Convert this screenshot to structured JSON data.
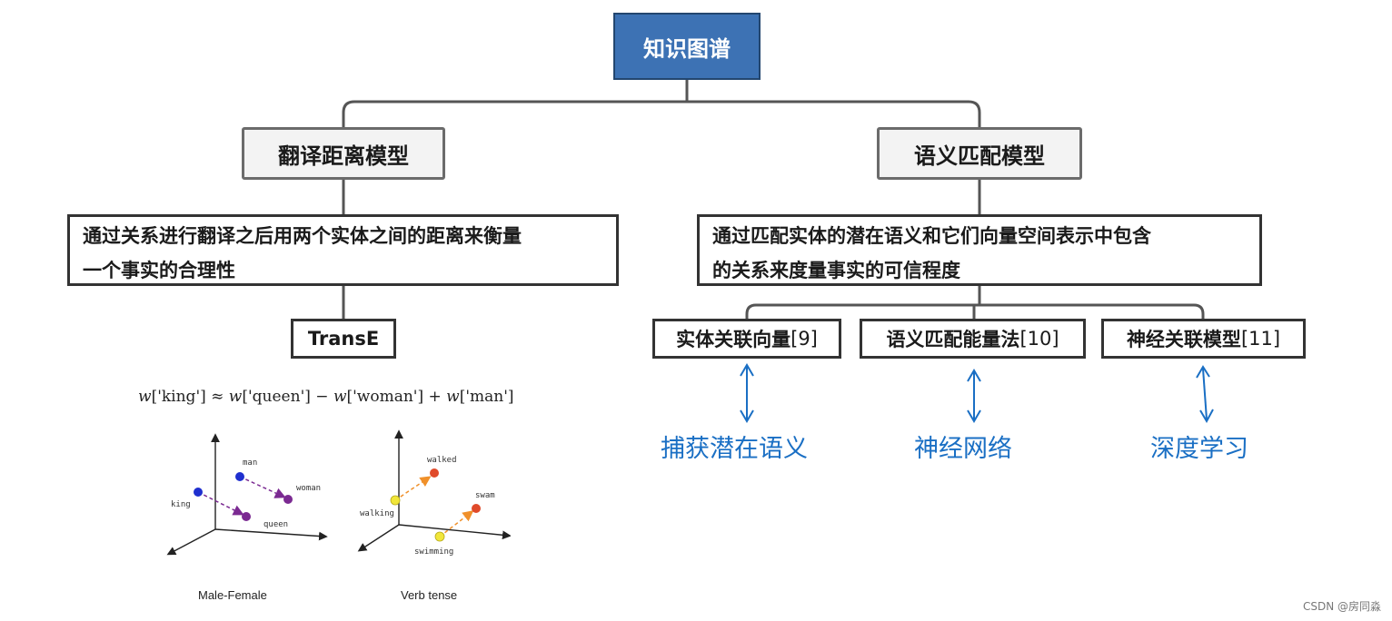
{
  "root": {
    "label": "知识图谱"
  },
  "left": {
    "title": "翻译距离模型",
    "description_line1": "通过关系进行翻译之后用两个实体之间的距离来衡量",
    "description_line2": "一个事实的合理性",
    "model": "TransE",
    "formula": {
      "part1": "w",
      "part2": "['king'] ≈ ",
      "part3": "w",
      "part4": "['queen'] − ",
      "part5": "w",
      "part6": "['woman'] + ",
      "part7": "w",
      "part8": "['man']"
    },
    "plot1": {
      "labels": {
        "man": "man",
        "woman": "woman",
        "king": "king",
        "queen": "queen"
      },
      "caption": "Male-Female",
      "point_color": "#7b2a92",
      "alt_color": "#1f2fcf"
    },
    "plot2": {
      "labels": {
        "walked": "walked",
        "walking": "walking",
        "swam": "swam",
        "swimming": "swimming"
      },
      "caption": "Verb tense",
      "point_color": "#e04a2a",
      "alt_color": "#f1e63a"
    }
  },
  "right": {
    "title": "语义匹配模型",
    "description_line1": "通过匹配实体的潜在语义和它们向量空间表示中包含",
    "description_line2": "的关系来度量事实的可信程度",
    "leaves": [
      {
        "name": "实体关联向量",
        "ref": "[9]",
        "note": "捕获潜在语义"
      },
      {
        "name": "语义匹配能量法",
        "ref": "[10]",
        "note": "神经网络"
      },
      {
        "name": "神经关联模型",
        "ref": "[11]",
        "note": "深度学习"
      }
    ]
  },
  "watermark": "CSDN @房同淼",
  "colors": {
    "root_fill": "#3d72b4",
    "note_blue": "#1a6fc4",
    "connector": "#555555"
  }
}
